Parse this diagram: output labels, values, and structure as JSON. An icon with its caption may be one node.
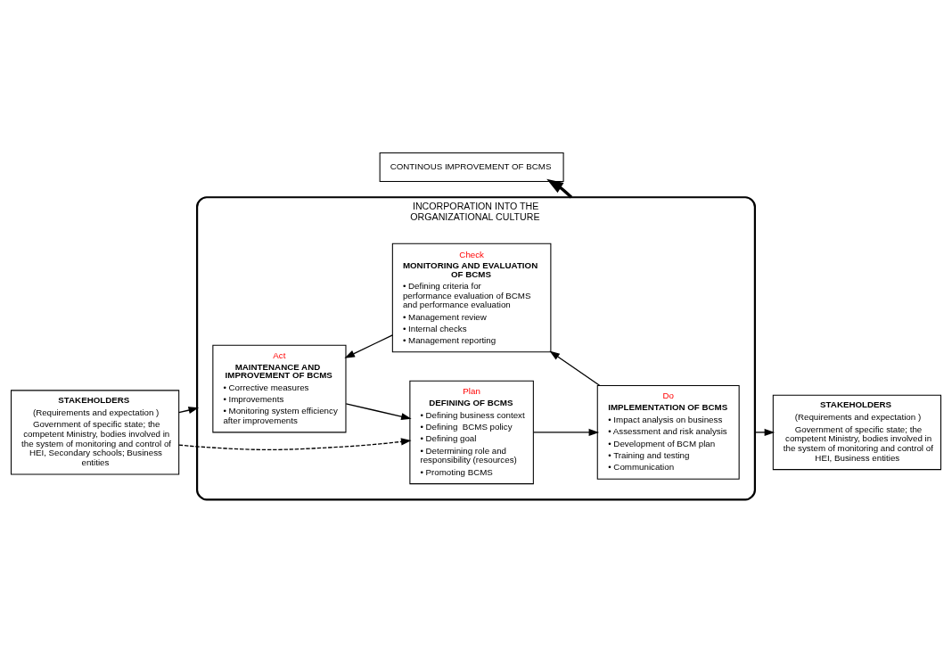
{
  "diagram": {
    "nodes": [
      {
        "text": [
          "CONTINOUS IMPROVEMENT OF BCMS"
        ]
      },
      {
        "text": [
          "STAKEHOLDERS",
          "(Requirements and expectation )",
          "Government of specific state; the competent Ministry, bodies involved in the system of monitoring and control of HEI, Secondary schools; Business entities"
        ]
      },
      {
        "text": [
          "INCORPORATION INTO THE ORGANIZATIONAL CULTURE"
        ]
      },
      {
        "text": [
          "Plan",
          "DEFINING OF BCMS",
          "• Defining business context",
          "• Defining  BCMS policy",
          "• Defining goal",
          "• Determining role and responsibility (resources)",
          "• Promoting BCMS"
        ],
        "in": 2
      },
      {
        "text": [
          "Act",
          "MAINTENANCE AND IMPROVEMENT OF BCMS",
          "• Corrective measures",
          "• Improvements",
          "• Monitoring system efficiency after improvements"
        ],
        "in": 2
      },
      {
        "text": [
          "Do",
          "IMPLEMENTATION OF BCMS",
          "• Impact analysis on business",
          "• Assessment and risk analysis",
          "• Development of BCM plan",
          "• Training and testing",
          "• Communication"
        ],
        "in": 2
      },
      {
        "text": [
          "Check",
          "MONITORING AND EVALUATION OF BCMS",
          "• Defining criteria for performance evaluation of BCMS and performance evaluation",
          "• Management review",
          "• Internal checks",
          "• Management reporting"
        ],
        "in": 2
      },
      {
        "text": [
          "STAKEHOLDERS",
          "(Requirements and expectation )",
          "Government of specific state; the competent Ministry, bodies involved in the system of monitoring and control of HEI, Business entities"
        ]
      }
    ],
    "edges": [
      {
        "from": 1,
        "to": 3,
        "arrow": "to",
        "style": "dashed"
      },
      {
        "from": 1,
        "to": 2,
        "arrow": "to"
      },
      {
        "from": 2,
        "to": 7,
        "arrow": "to"
      },
      {
        "from": 2,
        "to": 0,
        "arrow": "to",
        "style": "thick"
      },
      {
        "from": 4,
        "to": 3,
        "arrow": "to"
      },
      {
        "from": 3,
        "to": 5,
        "arrow": "to"
      },
      {
        "from": 5,
        "to": 6,
        "arrow": "to"
      },
      {
        "from": 6,
        "to": 4,
        "arrow": "to"
      }
    ]
  }
}
